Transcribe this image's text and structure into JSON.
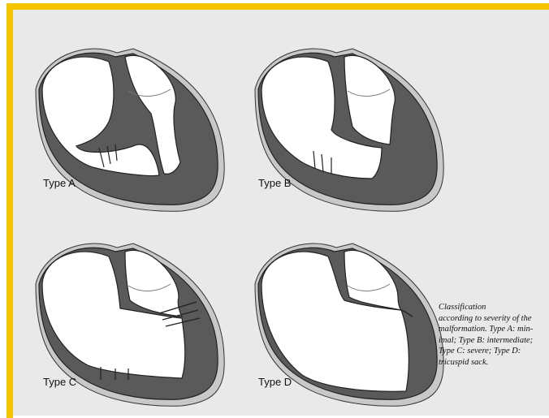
{
  "labels": {
    "type_a": "Type A",
    "type_b": "Type B",
    "type_c": "Type C",
    "type_d": "Type D"
  },
  "caption_lines": [
    "Classification",
    "according to severity of the",
    "malformation. Type A: min-",
    "imal; Type B: intermediate;",
    "Type C: severe; Type D:",
    "tricuspid sack."
  ],
  "colors": {
    "border": "#f5c400",
    "background": "#e9e9e9",
    "wall": "#555555",
    "outer_shadow": "#c8c8c8",
    "chamber": "#ffffff"
  }
}
